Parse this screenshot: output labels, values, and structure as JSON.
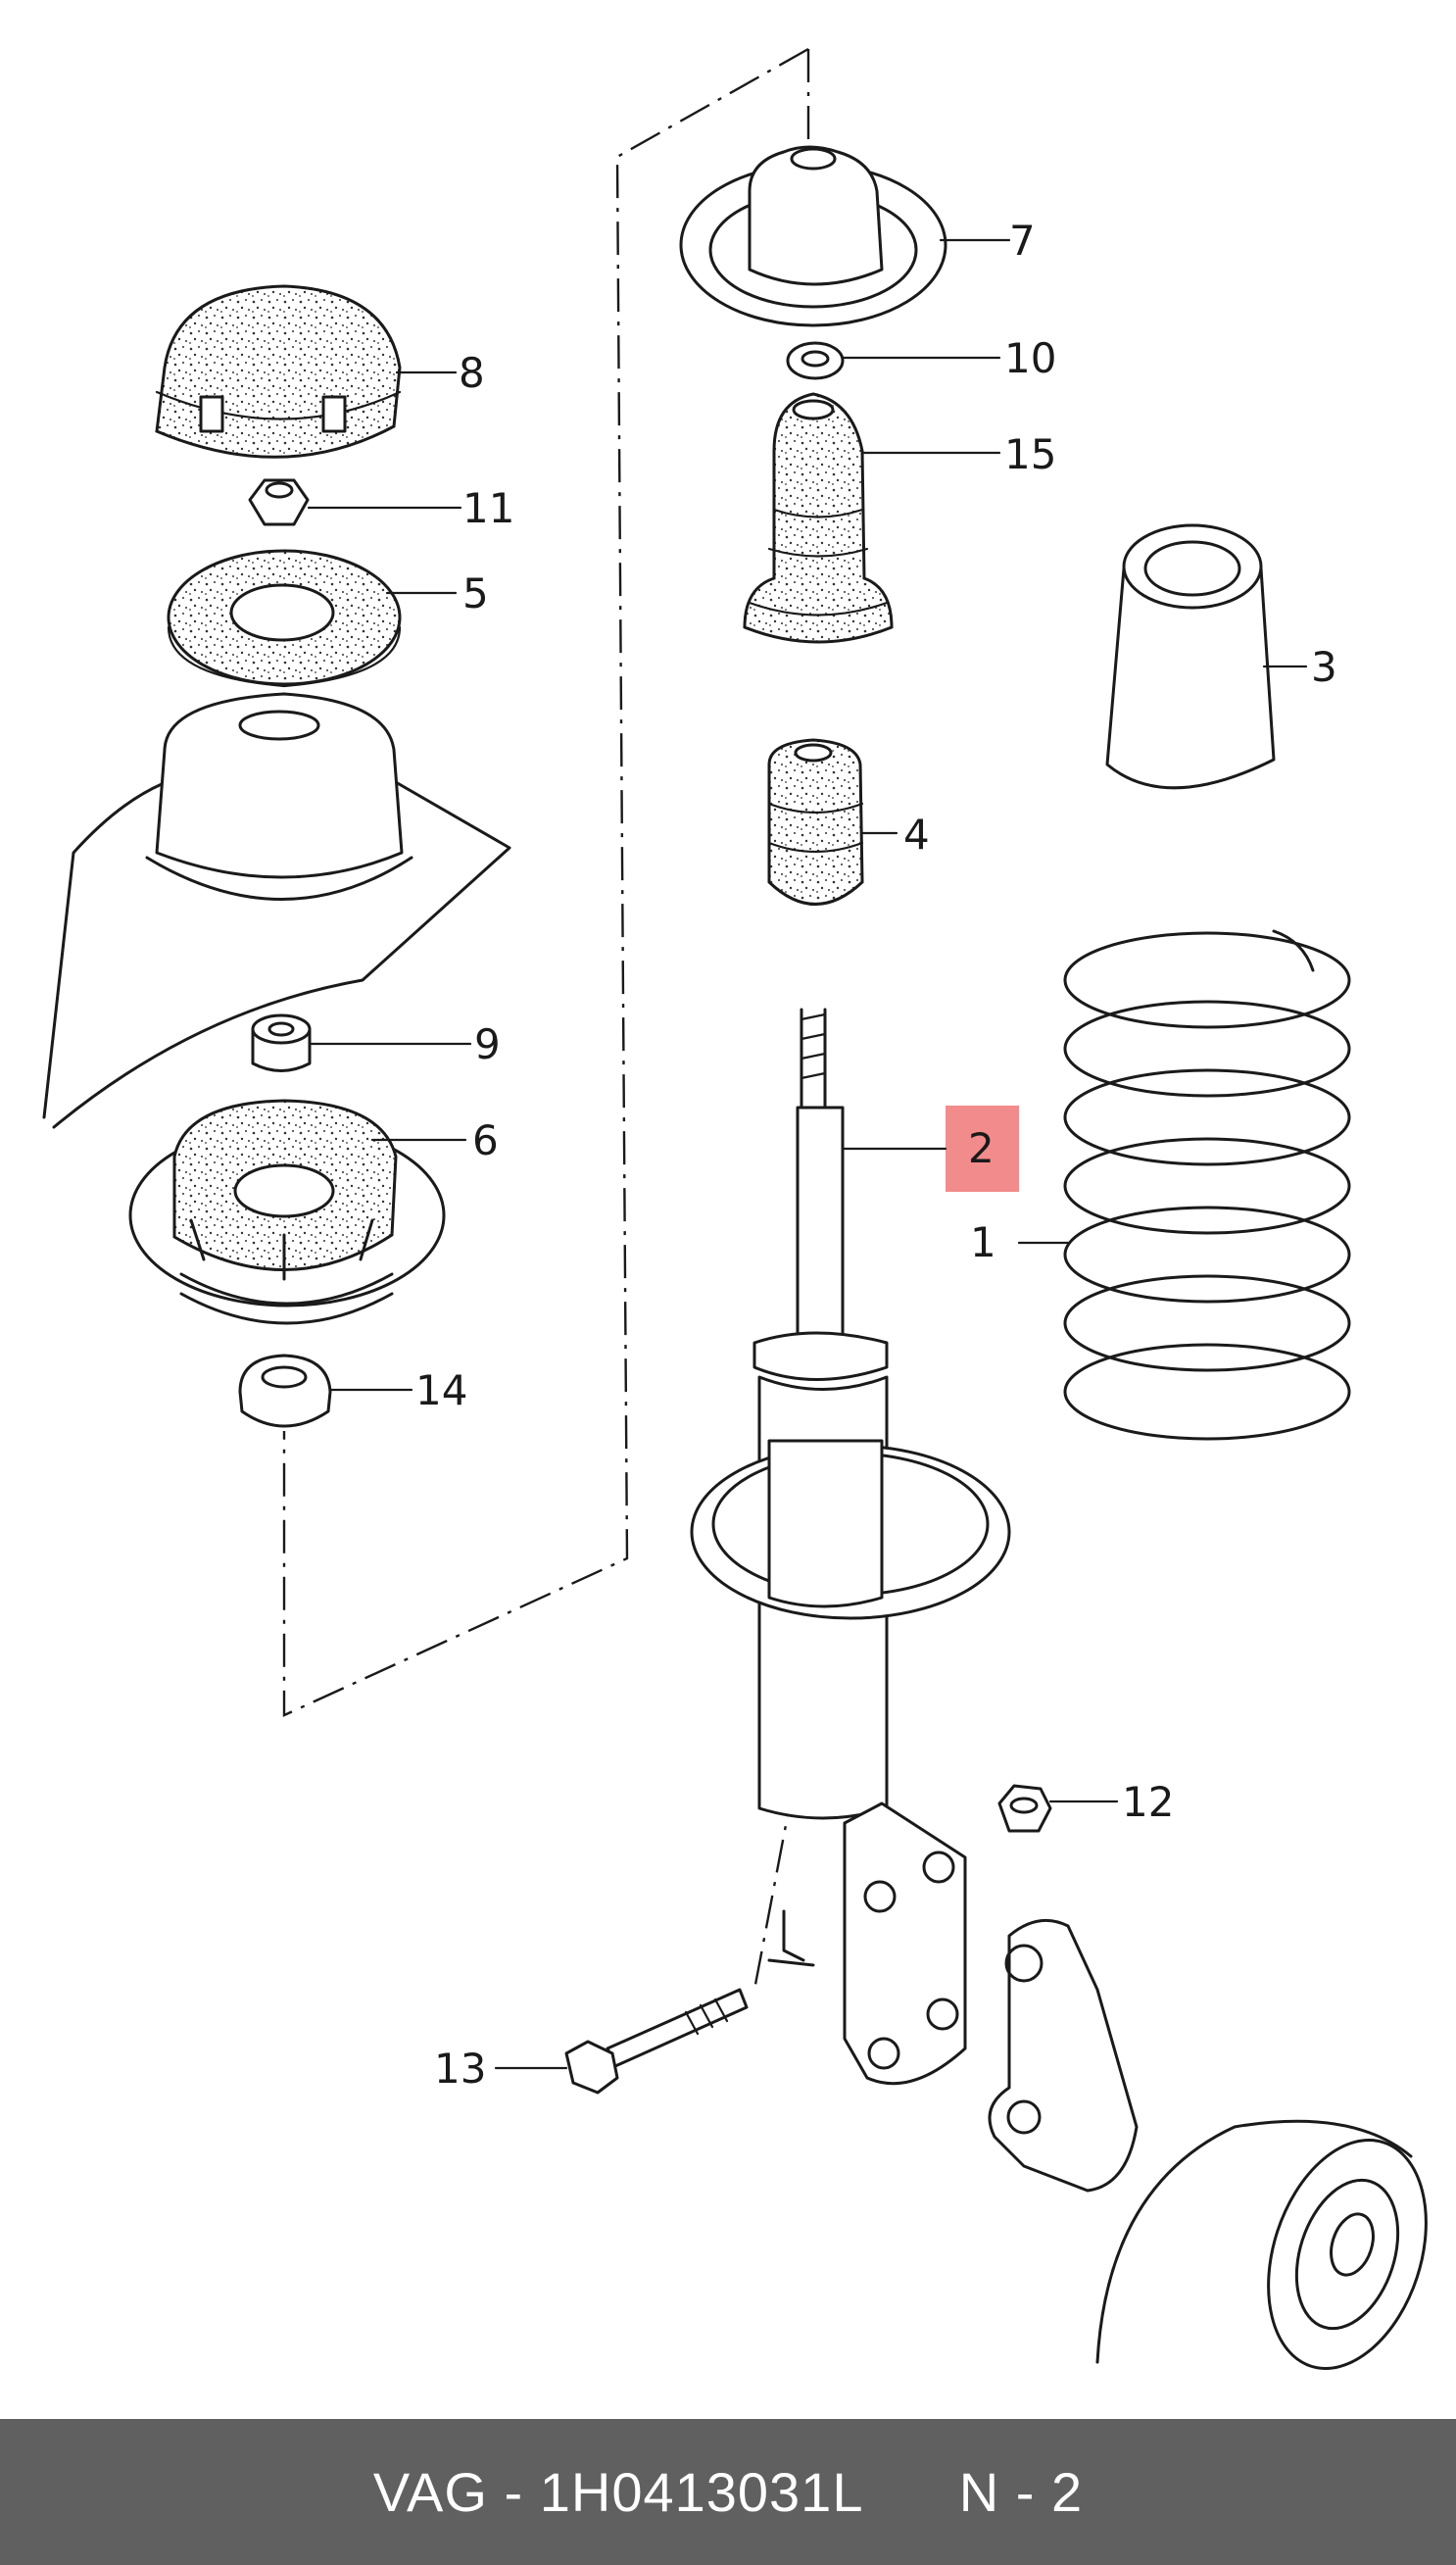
{
  "diagram": {
    "accent": "#f28b8b",
    "callouts": [
      {
        "id": "1",
        "label": "1"
      },
      {
        "id": "2",
        "label": "2",
        "highlighted": true
      },
      {
        "id": "3",
        "label": "3"
      },
      {
        "id": "4",
        "label": "4"
      },
      {
        "id": "5",
        "label": "5"
      },
      {
        "id": "6",
        "label": "6"
      },
      {
        "id": "7",
        "label": "7"
      },
      {
        "id": "8",
        "label": "8"
      },
      {
        "id": "9",
        "label": "9"
      },
      {
        "id": "10",
        "label": "10"
      },
      {
        "id": "11",
        "label": "11"
      },
      {
        "id": "12",
        "label": "12"
      },
      {
        "id": "13",
        "label": "13"
      },
      {
        "id": "14",
        "label": "14"
      },
      {
        "id": "15",
        "label": "15"
      }
    ]
  },
  "footer": {
    "part_reference": "VAG - 1H0413031L",
    "position_code": "N - 2",
    "background": "#606060"
  }
}
